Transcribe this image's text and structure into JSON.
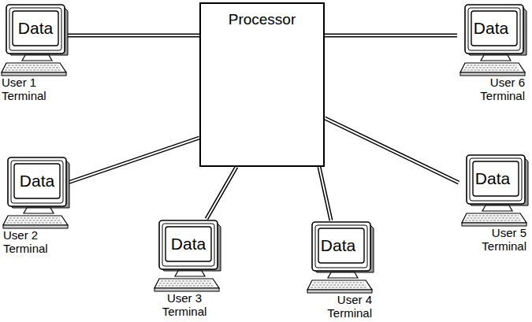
{
  "diagram": {
    "nodes": [
      {
        "text": [
          "Processor"
        ]
      },
      {
        "text": [
          "Data",
          "User 1 Terminal"
        ]
      },
      {
        "text": [
          "Data",
          "User 6 Terminal"
        ]
      },
      {
        "text": [
          "Data",
          "User 2 Terminal"
        ]
      },
      {
        "text": [
          "Data",
          "User 5 Terminal"
        ]
      },
      {
        "text": [
          "Data",
          "User 3 Terminal"
        ]
      },
      {
        "text": [
          "Data",
          "User 4 Terminal"
        ]
      }
    ],
    "edges": [
      {
        "from": 0,
        "to": 1,
        "arrow": "none"
      },
      {
        "from": 0,
        "to": 2,
        "arrow": "none"
      },
      {
        "from": 0,
        "to": 3,
        "arrow": "none"
      },
      {
        "from": 0,
        "to": 4,
        "arrow": "none"
      },
      {
        "from": 0,
        "to": 5,
        "arrow": "none"
      },
      {
        "from": 0,
        "to": 6,
        "arrow": "none"
      }
    ]
  }
}
